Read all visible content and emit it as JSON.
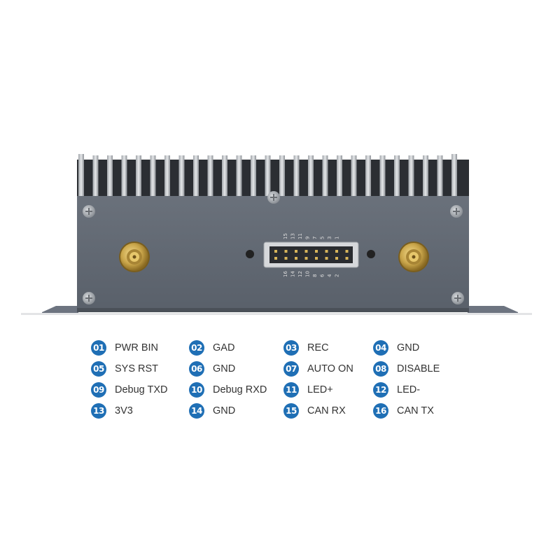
{
  "connector": {
    "top_pins": [
      "15",
      "13",
      "11",
      "9",
      "7",
      "5",
      "3",
      "1"
    ],
    "bottom_pins": [
      "16",
      "14",
      "12",
      "10",
      "8",
      "6",
      "4",
      "2"
    ]
  },
  "pins": [
    {
      "num": "01",
      "label": "PWR BIN"
    },
    {
      "num": "02",
      "label": "GAD"
    },
    {
      "num": "03",
      "label": "REC"
    },
    {
      "num": "04",
      "label": "GND"
    },
    {
      "num": "05",
      "label": "SYS RST"
    },
    {
      "num": "06",
      "label": "GND"
    },
    {
      "num": "07",
      "label": "AUTO ON"
    },
    {
      "num": "08",
      "label": "DISABLE"
    },
    {
      "num": "09",
      "label": "Debug TXD"
    },
    {
      "num": "10",
      "label": "Debug RXD"
    },
    {
      "num": "11",
      "label": "LED+"
    },
    {
      "num": "12",
      "label": "LED-"
    },
    {
      "num": "13",
      "label": "3V3"
    },
    {
      "num": "14",
      "label": "GND"
    },
    {
      "num": "15",
      "label": "CAN RX"
    },
    {
      "num": "16",
      "label": "CAN TX"
    }
  ],
  "colors": {
    "badge": "#1f6fb5",
    "panel": "#5f6670",
    "heatsink": "#c8cacd",
    "antenna": "#c9a54a"
  }
}
